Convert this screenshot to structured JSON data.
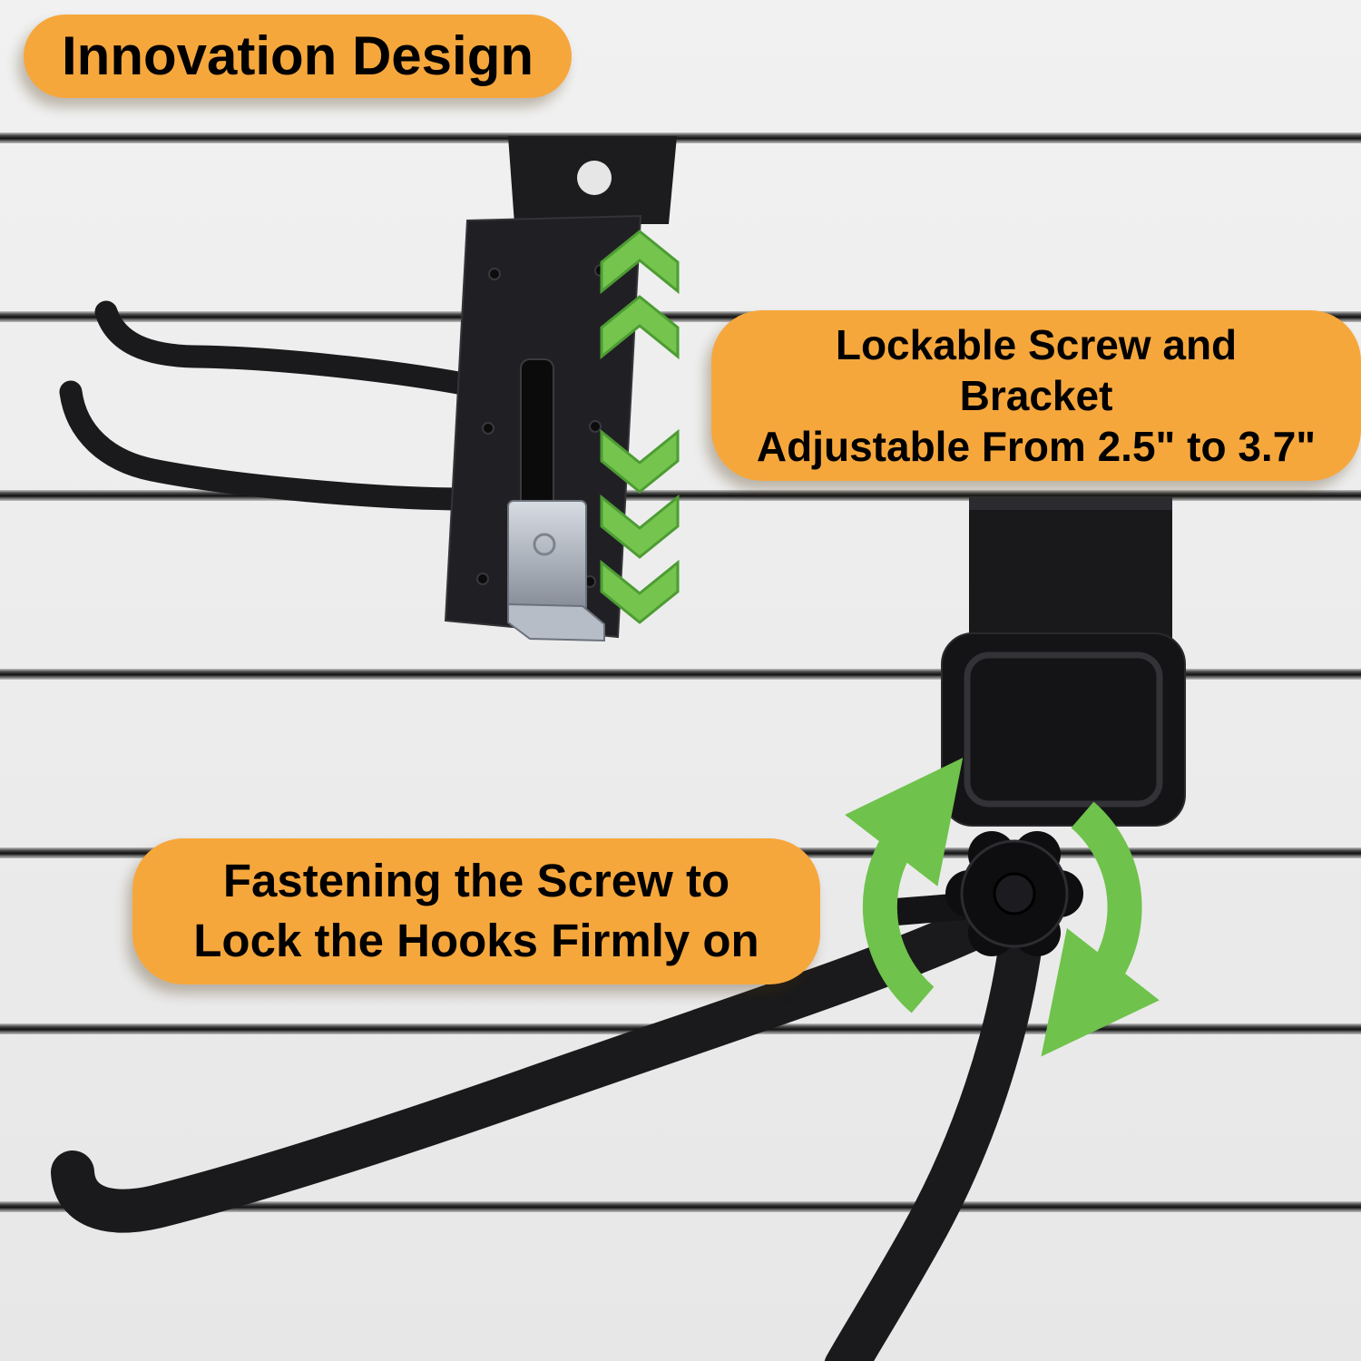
{
  "badge": {
    "label": "Innovation Design"
  },
  "callouts": {
    "lockable": {
      "line1": "Lockable Screw and",
      "line2": "Bracket",
      "line3": "Adjustable From 2.5\" to 3.7\""
    },
    "fastening": {
      "line1": "Fastening the Screw to",
      "line2": "Lock the Hooks Firmly on"
    }
  },
  "icons": {
    "adjust": "up-down-chevrons",
    "rotate": "circular-rotation-arrows"
  },
  "colors": {
    "callout_bg": "#F6A73C",
    "text": "#000000",
    "arrow_green": "#6FC24B",
    "product_black": "#1A1A1C",
    "metal_zinc": "#B7BDC6",
    "background": "#EDEDED",
    "groove": "#151515"
  }
}
